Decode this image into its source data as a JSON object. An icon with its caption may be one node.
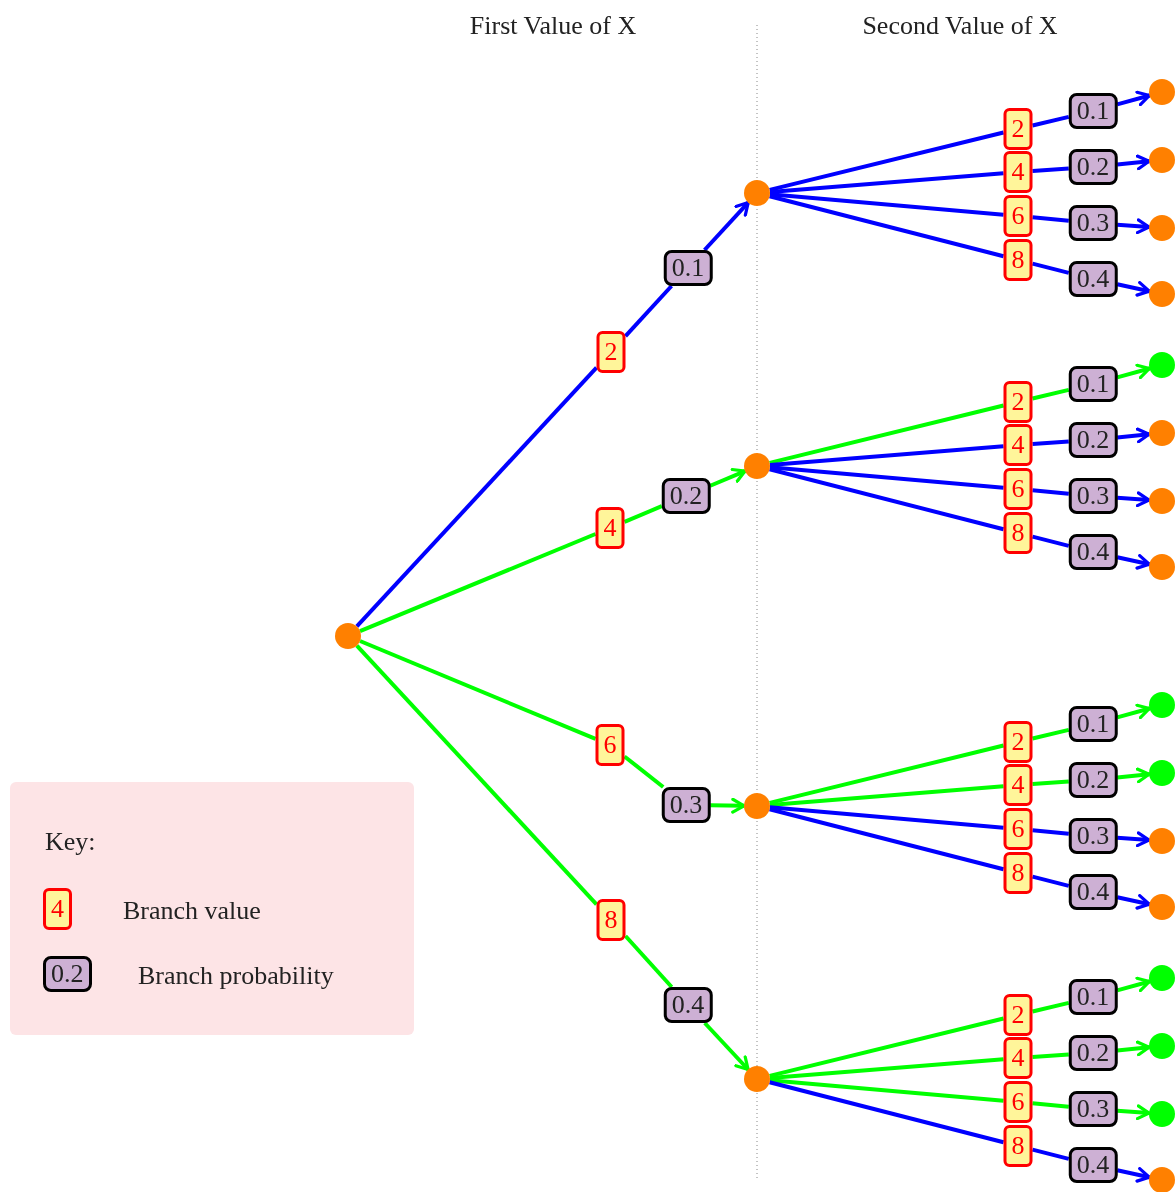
{
  "diagram": {
    "nodes": [
      {
        "text": [],
        "shape": "circle"
      },
      {
        "text": [
          "2"
        ]
      },
      {
        "text": [
          "0.1"
        ]
      },
      {
        "text": [],
        "shape": "circle"
      },
      {
        "text": [
          "2"
        ]
      },
      {
        "text": [
          "0.1"
        ]
      },
      {
        "text": [],
        "shape": "circle"
      },
      {
        "text": [
          "4"
        ]
      },
      {
        "text": [
          "0.2"
        ]
      },
      {
        "text": [],
        "shape": "circle"
      },
      {
        "text": [
          "6"
        ]
      },
      {
        "text": [
          "0.3"
        ]
      },
      {
        "text": [],
        "shape": "circle"
      },
      {
        "text": [
          "8"
        ]
      },
      {
        "text": [
          "0.4"
        ]
      },
      {
        "text": [],
        "shape": "circle"
      },
      {
        "text": [
          "4"
        ]
      },
      {
        "text": [
          "0.2"
        ]
      },
      {
        "text": [],
        "shape": "circle"
      },
      {
        "text": [
          "2"
        ]
      },
      {
        "text": [
          "0.1"
        ]
      },
      {
        "text": [],
        "shape": "circle"
      },
      {
        "text": [
          "4"
        ]
      },
      {
        "text": [
          "0.2"
        ]
      },
      {
        "text": [],
        "shape": "circle"
      },
      {
        "text": [
          "6"
        ]
      },
      {
        "text": [
          "0.3"
        ]
      },
      {
        "text": [],
        "shape": "circle"
      },
      {
        "text": [
          "8"
        ]
      },
      {
        "text": [
          "0.4"
        ]
      },
      {
        "text": [],
        "shape": "circle"
      },
      {
        "text": [
          "6"
        ]
      },
      {
        "text": [
          "0.3"
        ]
      },
      {
        "text": [],
        "shape": "circle"
      },
      {
        "text": [
          "2"
        ]
      },
      {
        "text": [
          "0.1"
        ]
      },
      {
        "text": [],
        "shape": "circle"
      },
      {
        "text": [
          "4"
        ]
      },
      {
        "text": [
          "0.2"
        ]
      },
      {
        "text": [],
        "shape": "circle"
      },
      {
        "text": [
          "6"
        ]
      },
      {
        "text": [
          "0.3"
        ]
      },
      {
        "text": [],
        "shape": "circle"
      },
      {
        "text": [
          "8"
        ]
      },
      {
        "text": [
          "0.4"
        ]
      },
      {
        "text": [],
        "shape": "circle"
      },
      {
        "text": [
          "8"
        ]
      },
      {
        "text": [
          "0.4"
        ]
      },
      {
        "text": [],
        "shape": "circle"
      },
      {
        "text": [
          "2"
        ]
      },
      {
        "text": [
          "0.1"
        ]
      },
      {
        "text": [],
        "shape": "circle"
      },
      {
        "text": [
          "4"
        ]
      },
      {
        "text": [
          "0.2"
        ]
      },
      {
        "text": [],
        "shape": "circle"
      },
      {
        "text": [
          "6"
        ]
      },
      {
        "text": [
          "0.3"
        ]
      },
      {
        "text": [],
        "shape": "circle"
      },
      {
        "text": [
          "8"
        ]
      },
      {
        "text": [
          "0.4"
        ]
      },
      {
        "text": [],
        "shape": "circle"
      },
      {
        "text": [
          "4"
        ]
      },
      {
        "text": [
          "0.2"
        ]
      }
    ],
    "edges": [
      {
        "from": 0,
        "to": 1,
        "arrow": "none"
      },
      {
        "from": 1,
        "to": 2,
        "arrow": "none"
      },
      {
        "from": 2,
        "to": 3,
        "arrow": "to"
      },
      {
        "from": 3,
        "to": 4,
        "arrow": "none"
      },
      {
        "from": 4,
        "to": 5,
        "arrow": "none"
      },
      {
        "from": 5,
        "to": 6,
        "arrow": "to"
      },
      {
        "from": 3,
        "to": 7,
        "arrow": "none"
      },
      {
        "from": 7,
        "to": 8,
        "arrow": "none"
      },
      {
        "from": 8,
        "to": 9,
        "arrow": "to"
      },
      {
        "from": 3,
        "to": 10,
        "arrow": "none"
      },
      {
        "from": 10,
        "to": 11,
        "arrow": "none"
      },
      {
        "from": 11,
        "to": 12,
        "arrow": "to"
      },
      {
        "from": 3,
        "to": 13,
        "arrow": "none"
      },
      {
        "from": 13,
        "to": 14,
        "arrow": "none"
      },
      {
        "from": 14,
        "to": 15,
        "arrow": "to"
      },
      {
        "from": 0,
        "to": 16,
        "arrow": "none",
        "color": "#00ff00"
      },
      {
        "from": 16,
        "to": 17,
        "arrow": "none",
        "color": "#00ff00"
      },
      {
        "from": 17,
        "to": 18,
        "arrow": "to",
        "color": "#00ff00"
      },
      {
        "from": 18,
        "to": 19,
        "arrow": "none",
        "color": "#00ff00"
      },
      {
        "from": 19,
        "to": 20,
        "arrow": "none",
        "color": "#00ff00"
      },
      {
        "from": 20,
        "to": 21,
        "arrow": "to",
        "color": "#00ff00"
      },
      {
        "from": 18,
        "to": 22,
        "arrow": "none"
      },
      {
        "from": 22,
        "to": 23,
        "arrow": "none"
      },
      {
        "from": 23,
        "to": 24,
        "arrow": "to"
      },
      {
        "from": 18,
        "to": 25,
        "arrow": "none"
      },
      {
        "from": 25,
        "to": 26,
        "arrow": "none"
      },
      {
        "from": 26,
        "to": 27,
        "arrow": "to"
      },
      {
        "from": 18,
        "to": 28,
        "arrow": "none"
      },
      {
        "from": 28,
        "to": 29,
        "arrow": "none"
      },
      {
        "from": 29,
        "to": 30,
        "arrow": "to"
      },
      {
        "from": 0,
        "to": 31,
        "arrow": "none",
        "color": "#00ff00"
      },
      {
        "from": 31,
        "to": 32,
        "arrow": "none",
        "color": "#00ff00"
      },
      {
        "from": 32,
        "to": 33,
        "arrow": "to",
        "color": "#00ff00"
      },
      {
        "from": 33,
        "to": 34,
        "arrow": "none",
        "color": "#00ff00"
      },
      {
        "from": 34,
        "to": 35,
        "arrow": "none",
        "color": "#00ff00"
      },
      {
        "from": 35,
        "to": 36,
        "arrow": "to",
        "color": "#00ff00"
      },
      {
        "from": 33,
        "to": 37,
        "arrow": "none",
        "color": "#00ff00"
      },
      {
        "from": 37,
        "to": 38,
        "arrow": "none",
        "color": "#00ff00"
      },
      {
        "from": 38,
        "to": 39,
        "arrow": "to",
        "color": "#00ff00"
      },
      {
        "from": 33,
        "to": 40,
        "arrow": "none"
      },
      {
        "from": 40,
        "to": 41,
        "arrow": "none"
      },
      {
        "from": 41,
        "to": 42,
        "arrow": "to"
      },
      {
        "from": 33,
        "to": 43,
        "arrow": "none"
      },
      {
        "from": 43,
        "to": 44,
        "arrow": "none"
      },
      {
        "from": 44,
        "to": 45,
        "arrow": "to"
      },
      {
        "from": 0,
        "to": 46,
        "arrow": "none",
        "color": "#00ff00"
      },
      {
        "from": 46,
        "to": 47,
        "arrow": "none",
        "color": "#00ff00"
      },
      {
        "from": 47,
        "to": 48,
        "arrow": "to",
        "color": "#00ff00"
      },
      {
        "from": 48,
        "to": 49,
        "arrow": "none",
        "color": "#00ff00"
      },
      {
        "from": 49,
        "to": 50,
        "arrow": "none",
        "color": "#00ff00"
      },
      {
        "from": 50,
        "to": 51,
        "arrow": "to",
        "color": "#00ff00"
      },
      {
        "from": 48,
        "to": 52,
        "arrow": "none",
        "color": "#00ff00"
      },
      {
        "from": 52,
        "to": 53,
        "arrow": "none",
        "color": "#00ff00"
      },
      {
        "from": 53,
        "to": 54,
        "arrow": "to",
        "color": "#00ff00"
      },
      {
        "from": 48,
        "to": 55,
        "arrow": "none",
        "color": "#00ff00"
      },
      {
        "from": 55,
        "to": 56,
        "arrow": "none",
        "color": "#00ff00"
      },
      {
        "from": 56,
        "to": 57,
        "arrow": "to",
        "color": "#00ff00"
      },
      {
        "from": 48,
        "to": 58,
        "arrow": "none"
      },
      {
        "from": 58,
        "to": 59,
        "arrow": "none"
      },
      {
        "from": 59,
        "to": 60,
        "arrow": "to"
      }
    ],
    "labels": [
      "First Value of X",
      "Second Value of X",
      "Key:"
    ],
    "legend": [
      {
        "text": "Branch value"
      },
      {
        "text": "Branch probability"
      }
    ]
  }
}
